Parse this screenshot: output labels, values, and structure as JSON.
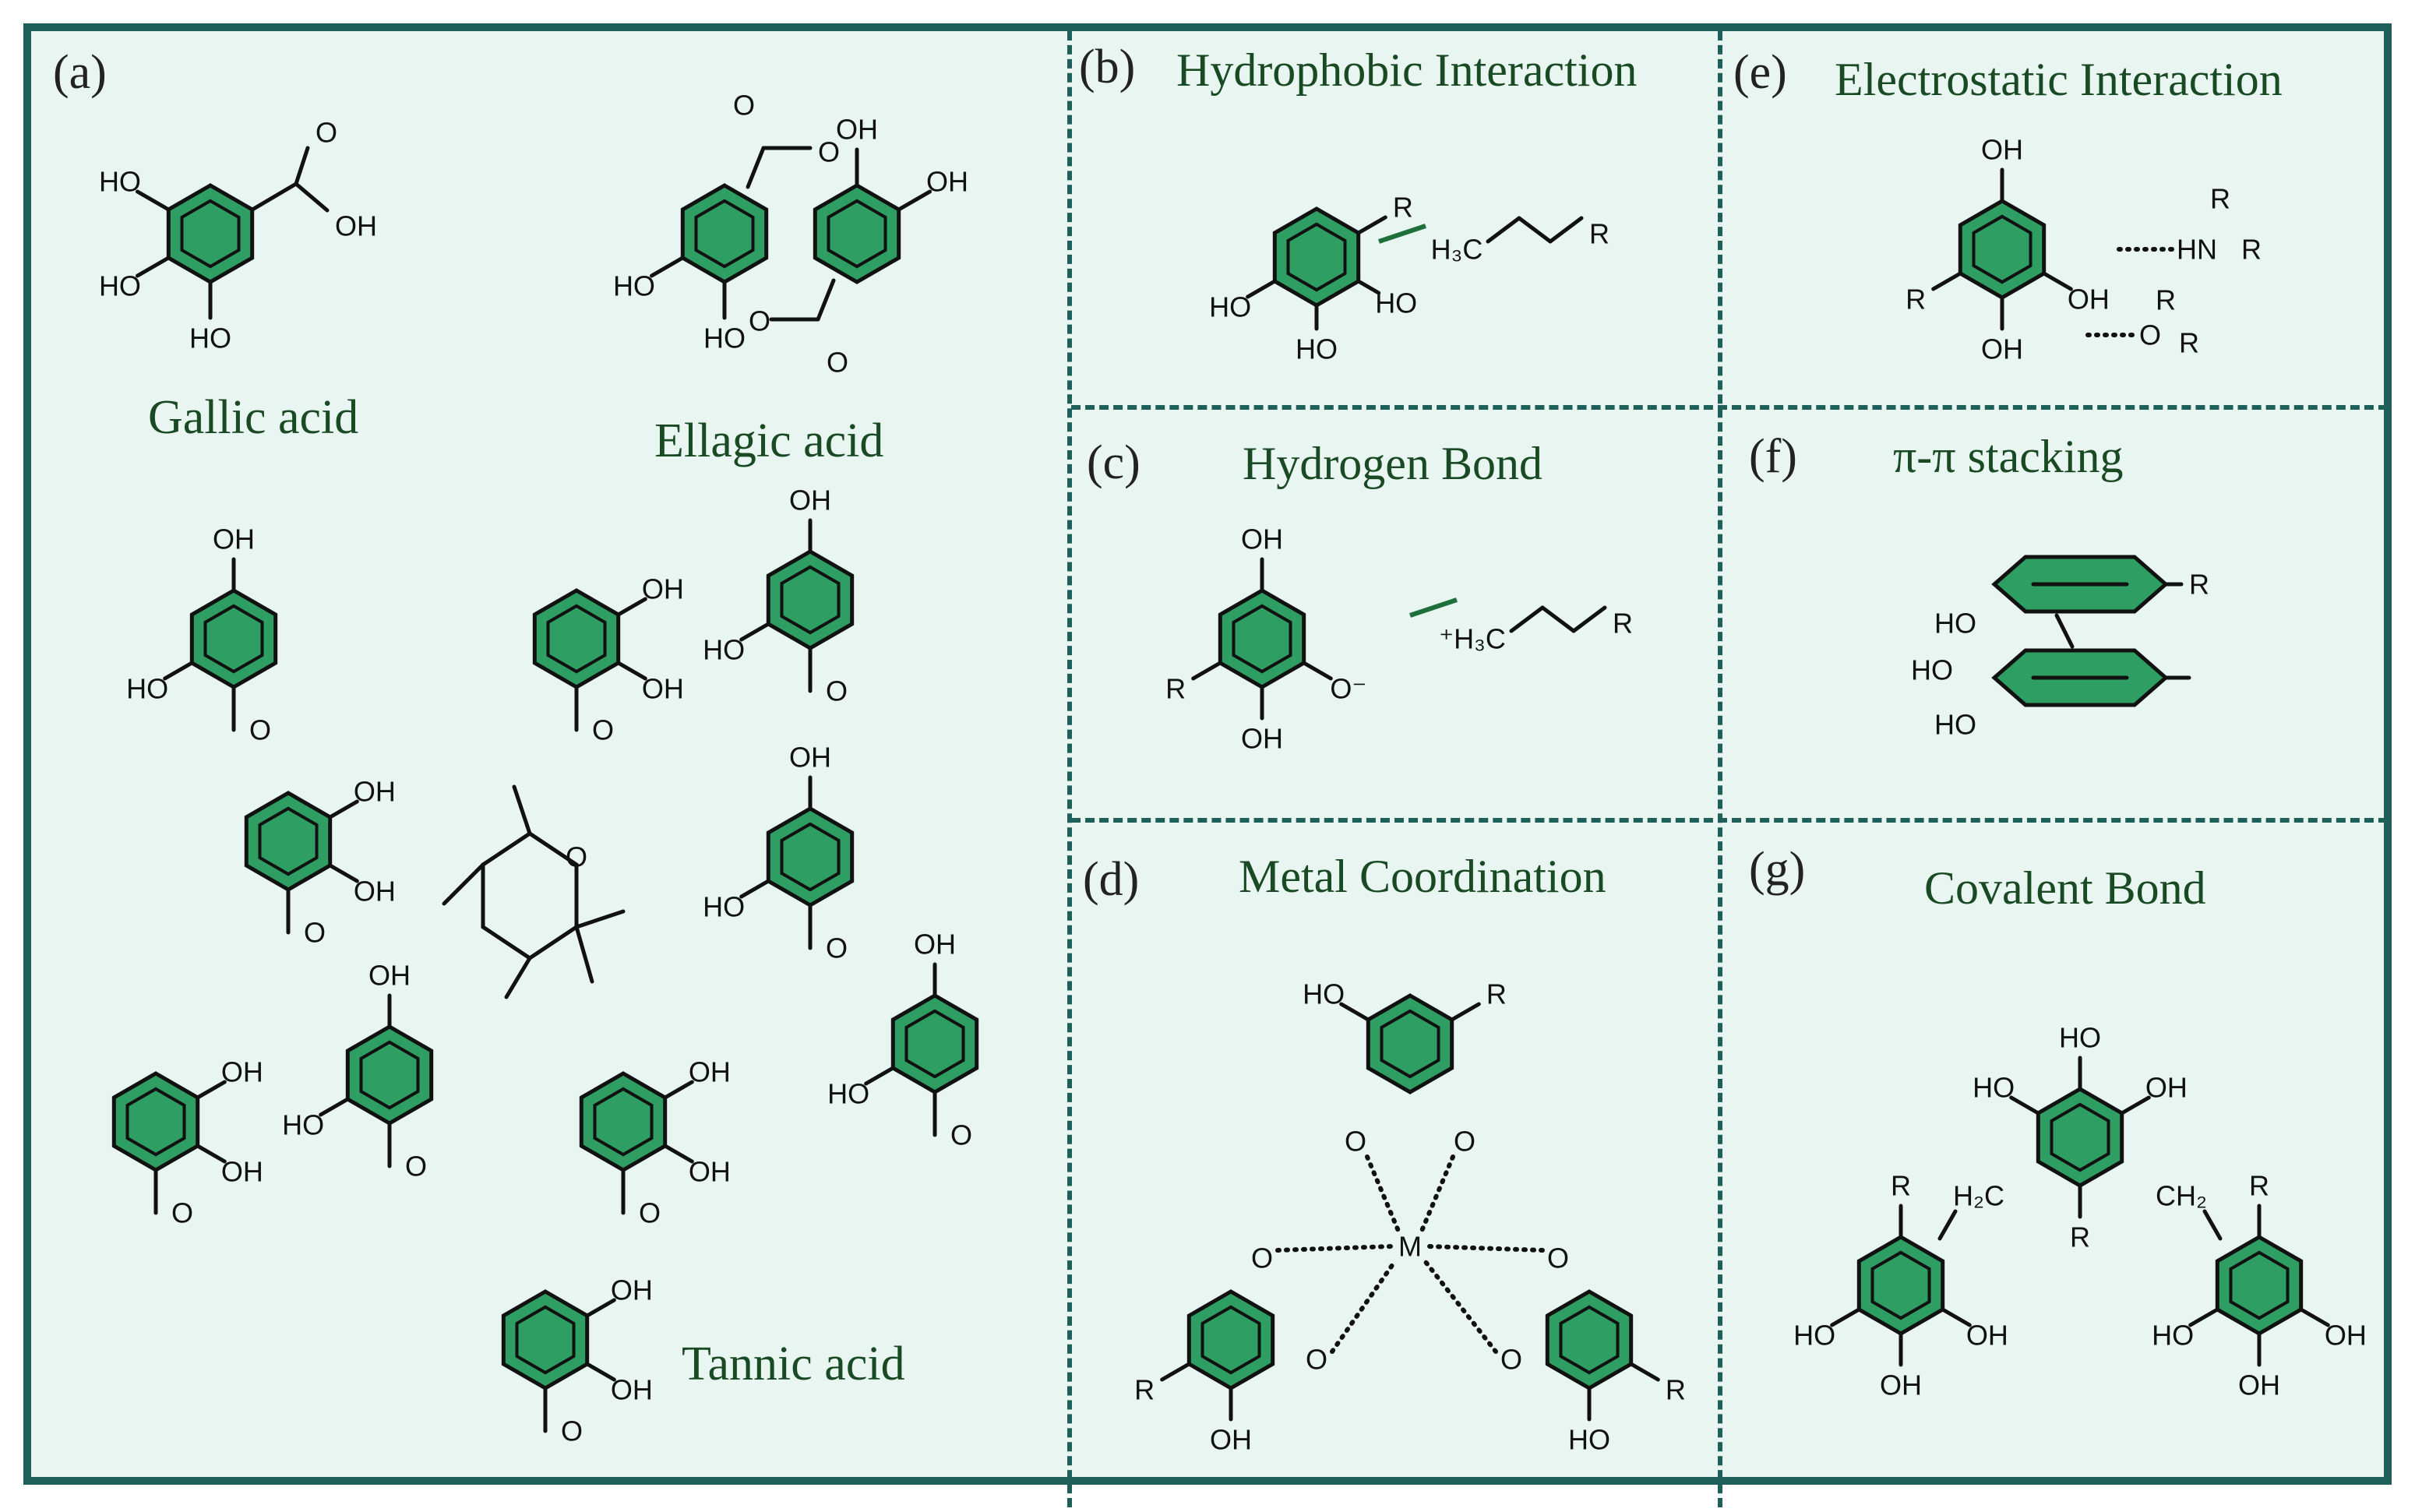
{
  "panels": {
    "a": {
      "label": "(a)",
      "molecules": {
        "gallic": "Gallic acid",
        "ellagic": "Ellagic acid",
        "tannic": "Tannic acid"
      }
    },
    "b": {
      "label": "(b)",
      "title": "Hydrophobic Interaction"
    },
    "c": {
      "label": "(c)",
      "title": "Hydrogen Bond"
    },
    "d": {
      "label": "(d)",
      "title": "Metal Coordination"
    },
    "e": {
      "label": "(e)",
      "title": "Electrostatic Interaction"
    },
    "f": {
      "label": "(f)",
      "title": "π-π stacking"
    },
    "g": {
      "label": "(g)",
      "title": "Covalent Bond"
    }
  },
  "atoms": {
    "hydroxyl": "HO",
    "hydroxyl_r": "OH",
    "oxygen": "O",
    "oxide": "O⁻",
    "r_group": "R",
    "metal": "M",
    "methyl": "H₃C",
    "methyl_cation": "⁺H₃C",
    "amine": "HN",
    "methylene_l": "H₂C",
    "methylene_r": "CH₂"
  },
  "colors": {
    "ring": "#2e9e62",
    "frame": "#1f5f59",
    "background": "#e8f5f0",
    "title": "#1a4a24"
  }
}
